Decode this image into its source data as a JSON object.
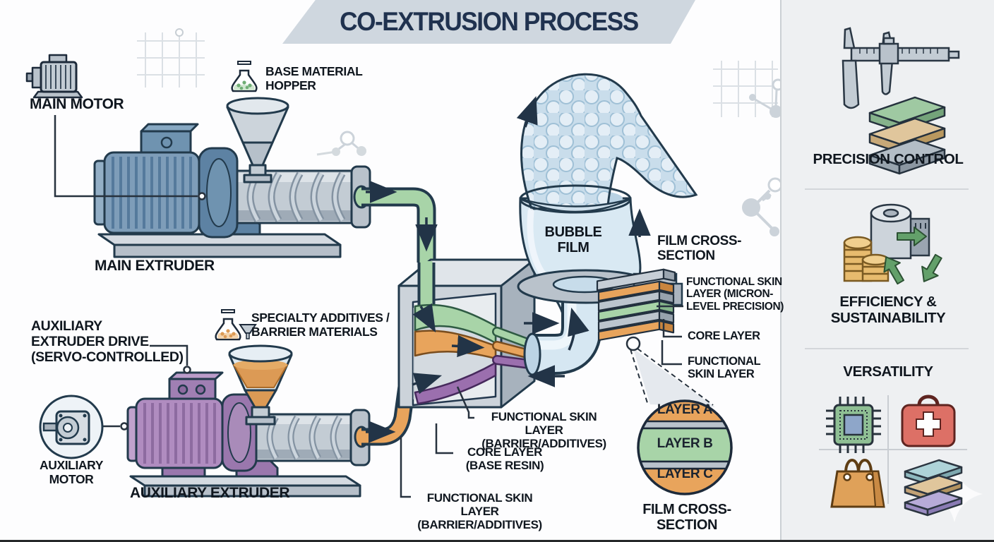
{
  "title": "CO-EXTRUSION PROCESS",
  "diagram": {
    "main_motor": {
      "label": "MAIN MOTOR"
    },
    "base_hopper": {
      "label": "BASE MATERIAL\nHOPPER"
    },
    "main_extruder": {
      "label": "MAIN EXTRUDER"
    },
    "aux_drive": {
      "label": "AUXILIARY\nEXTRUDER DRIVE\n(SERVO-CONTROLLED)"
    },
    "aux_motor": {
      "label": "AUXILIARY\nMOTOR"
    },
    "aux_extruder": {
      "label": "AUXILIARY EXTRUDER"
    },
    "specialty": {
      "label": "SPECIALTY ADDITIVES /\nBARRIER MATERIALS"
    },
    "bubble_film": {
      "label": "BUBBLE\nFILM"
    },
    "film_cross_section_top": {
      "label": "FILM CROSS-\nSECTION"
    },
    "stack_labels": {
      "skin_micron": "FUNCTIONAL SKIN\nLAYER (MICRON-\nLEVEL PRECISION)",
      "core": "CORE LAYER",
      "skin_plain": "FUNCTIONAL\nSKIN LAYER"
    },
    "die_labels": {
      "skin_top": "FUNCTIONAL SKIN LAYER\n(BARRIER/ADDITIVES)",
      "core": "CORE LAYER\n(BASE RESIN)",
      "skin_bottom": "FUNCTIONAL SKIN LAYER\n(BARRIER/ADDITIVES)"
    },
    "cross_section_circle": {
      "layers": [
        "LAYER A",
        "LAYER B",
        "LAYER C"
      ],
      "caption": "FILM CROSS-SECTION"
    }
  },
  "sidebar": {
    "sections": [
      {
        "label": "PRECISION CONTROL"
      },
      {
        "label": "EFFICIENCY &\nSUSTAINABILITY"
      },
      {
        "label": "VERSATILITY"
      }
    ]
  },
  "colors": {
    "banner_bg": "#cfd7df",
    "banner_text": "#20324f",
    "outline": "#223a4c",
    "layer_green": "#a8d4a8",
    "layer_orange": "#e8a45c",
    "layer_purple": "#9b6fae",
    "motor_blue": "#7e9db9",
    "motor_purple": "#b08cc0",
    "metal_gray": "#c3ccd4",
    "glass_blue": "#d9e9f3",
    "sidebar_bg": "#eef0f2",
    "label_text": "#10171f"
  }
}
